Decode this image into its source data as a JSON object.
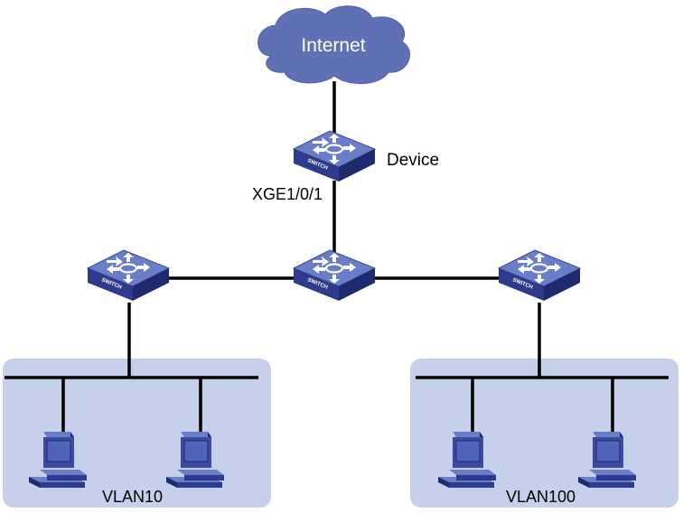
{
  "internet": {
    "label": "Internet",
    "icon": "cloud-icon"
  },
  "device": {
    "label": "Device",
    "port_label": "XGE1/0/1",
    "icon": "switch-icon",
    "badge": "SWITCH"
  },
  "switches": {
    "core_badge": "SWITCH",
    "left_badge": "SWITCH",
    "right_badge": "SWITCH"
  },
  "vlans": [
    {
      "label": "VLAN10"
    },
    {
      "label": "VLAN100"
    }
  ],
  "colors": {
    "cloud": "#6070b4",
    "switch_top": "#6a7dc7",
    "switch_front": "#2e3a8c",
    "switch_side": "#1f2a6e",
    "vlan_bg": "#c6d0ea",
    "pc_body": "#3f4ba0",
    "line": "#000000"
  }
}
